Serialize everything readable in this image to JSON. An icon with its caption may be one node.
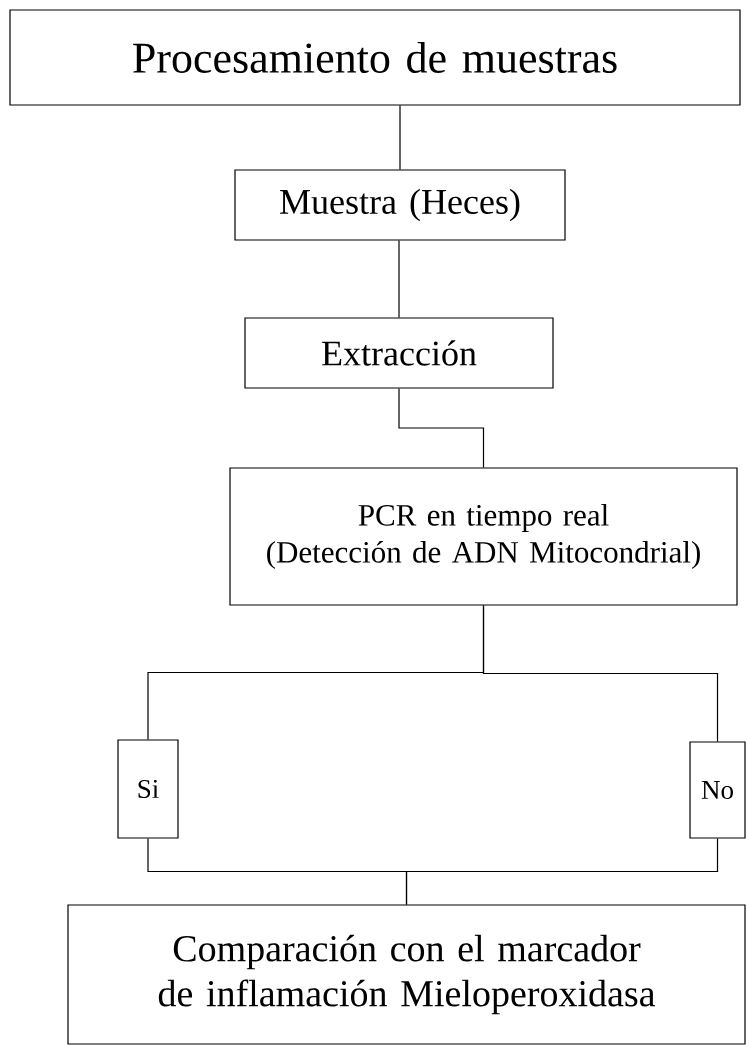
{
  "diagram": {
    "nodes": [
      {
        "text": [
          "Procesamiento de muestras"
        ]
      },
      {
        "text": [
          "Muestra (Heces)"
        ]
      },
      {
        "text": [
          "Extracción"
        ]
      },
      {
        "text": [
          "PCR en tiempo real",
          "(Detección de ADN Mitocondrial)"
        ]
      },
      {
        "text": [
          "Si"
        ]
      },
      {
        "text": [
          "No"
        ]
      },
      {
        "text": [
          "Comparación con el marcador de inflamación Mieloperoxidasa"
        ]
      }
    ],
    "edges": [
      {
        "from": 0,
        "to": 1,
        "arrow": "none"
      },
      {
        "from": 1,
        "to": 2,
        "arrow": "none"
      },
      {
        "from": 2,
        "to": 3,
        "arrow": "none"
      },
      {
        "from": 3,
        "to": 4,
        "arrow": "none"
      },
      {
        "from": 3,
        "to": 5,
        "arrow": "none"
      },
      {
        "from": 4,
        "to": 6,
        "arrow": "none"
      },
      {
        "from": 5,
        "to": 6,
        "arrow": "none"
      }
    ]
  }
}
